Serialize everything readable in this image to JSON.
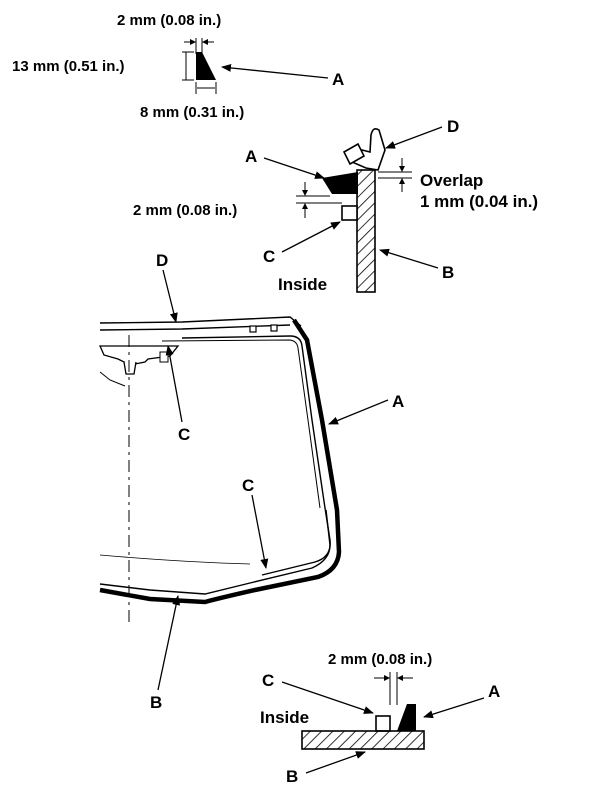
{
  "detail_top": {
    "width_dim": "2 mm (0.08 in.)",
    "height_dim": "13 mm (0.51 in.)",
    "base_dim": "8 mm (0.31 in.)",
    "label_a": "A"
  },
  "detail_mid": {
    "label_d": "D",
    "label_a": "A",
    "overlap_label": "Overlap",
    "overlap_dim": "1 mm (0.04 in.)",
    "gap_dim": "2 mm (0.08 in.)",
    "label_c": "C",
    "inside_label": "Inside",
    "label_b": "B"
  },
  "windshield": {
    "label_d": "D",
    "label_c_top": "C",
    "label_a": "A",
    "label_c_bottom": "C",
    "label_b": "B"
  },
  "detail_bottom": {
    "gap_dim": "2 mm (0.08 in.)",
    "label_c": "C",
    "label_a": "A",
    "inside_label": "Inside",
    "label_b": "B"
  },
  "colors": {
    "ink": "#000000",
    "paper": "#ffffff"
  }
}
